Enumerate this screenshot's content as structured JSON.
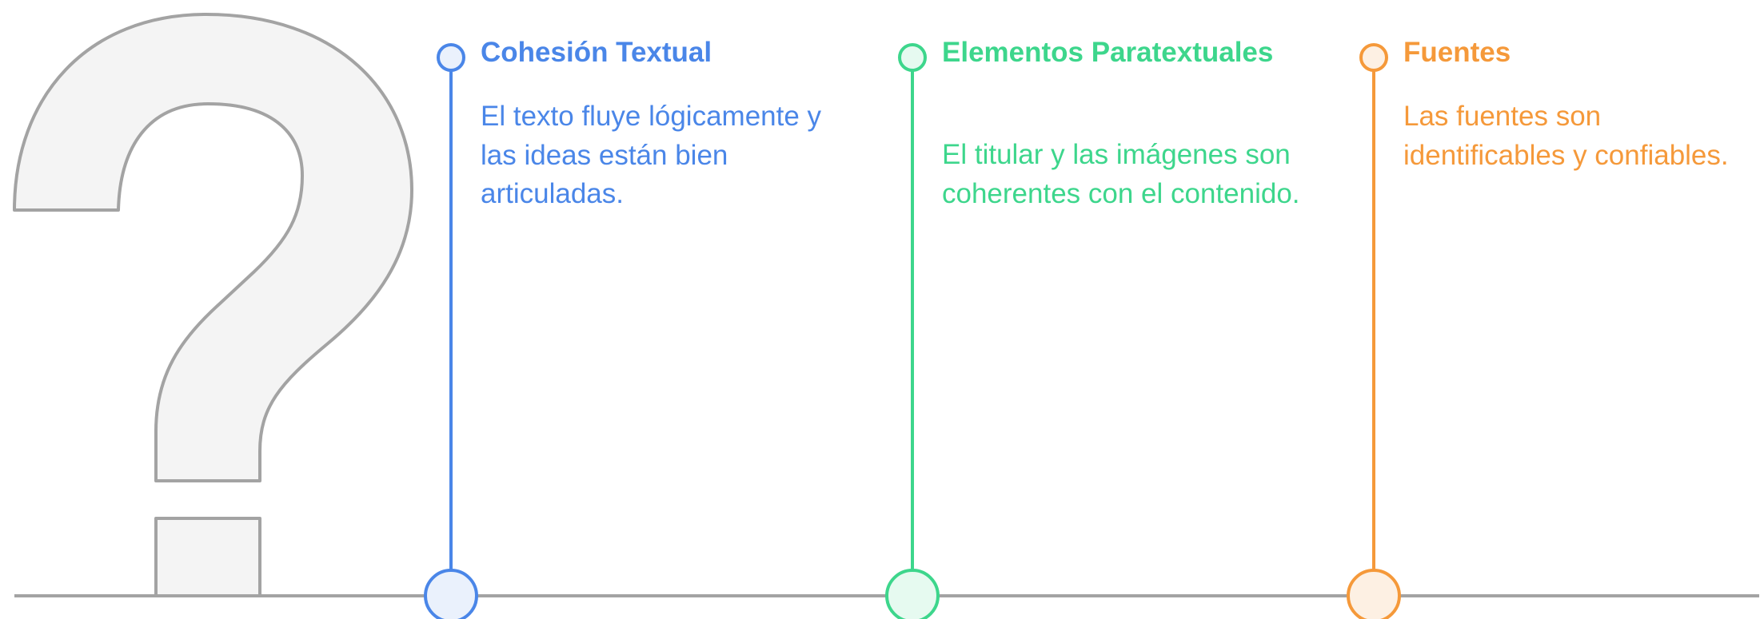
{
  "colors": {
    "blue": "#4a86e8",
    "green": "#3dd68c",
    "orange": "#f5993a",
    "baseline": "#a3a3a3",
    "question_fill": "#f4f4f4",
    "question_stroke": "#a3a3a3"
  },
  "icon": "question-mark-icon",
  "items": [
    {
      "title": "Cohesión Textual",
      "description": "El texto fluye lógicamente y las ideas están bien articuladas.",
      "color": "#4a86e8",
      "node_fill": "#eaf1fc"
    },
    {
      "title": "Elementos Paratextuales",
      "description": "El titular y las imágenes son coherentes con el contenido.",
      "color": "#3dd68c",
      "node_fill": "#e6faf0"
    },
    {
      "title": "Fuentes",
      "description": "Las fuentes son identificables y confiables.",
      "color": "#f5993a",
      "node_fill": "#fdf0e3"
    }
  ]
}
